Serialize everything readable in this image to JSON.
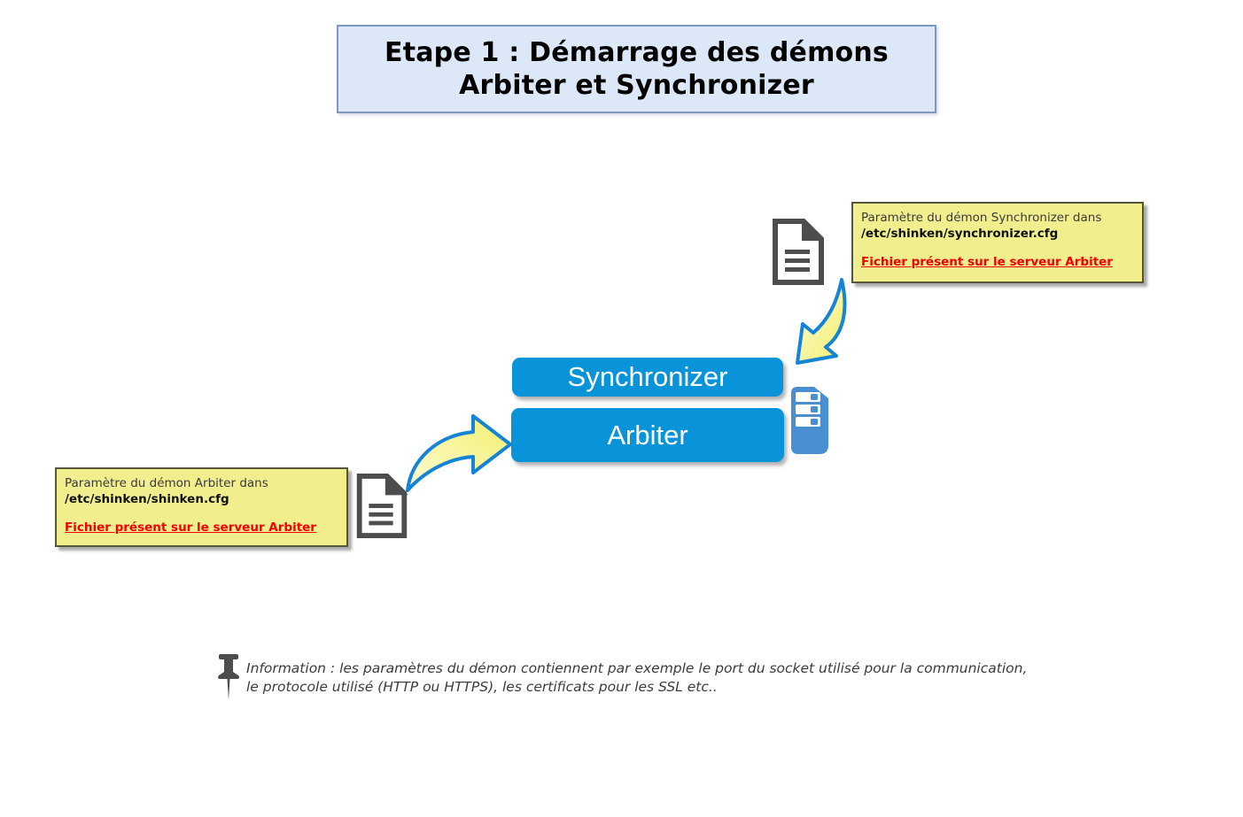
{
  "title": {
    "line1": "Etape 1 : Démarrage des démons",
    "line2": "Arbiter et Synchronizer"
  },
  "notes": {
    "synchronizer": {
      "line1": "Paramètre du démon Synchronizer dans",
      "path": "/etc/shinken/synchronizer.cfg",
      "link": "Fichier présent sur le serveur Arbiter"
    },
    "arbiter": {
      "line1": "Paramètre du démon Arbiter dans",
      "path": "/etc/shinken/shinken.cfg",
      "link": "Fichier présent sur le serveur Arbiter"
    }
  },
  "daemons": {
    "synchronizer_label": "Synchronizer",
    "arbiter_label": "Arbiter"
  },
  "info": {
    "line1": "Information : les paramètres du démon contiennent par exemple le port du socket utilisé pour la communication,",
    "line2": "le protocole utilisé (HTTP ou HTTPS), les certificats pour les SSL etc.."
  },
  "icons": {
    "document": "document-icon",
    "server": "server-icon",
    "pushpin": "pushpin-icon",
    "arrow_down_left": "curved-arrow-down-left-icon",
    "arrow_right": "curved-arrow-right-icon"
  },
  "colors": {
    "title_bg": "#dce8f8",
    "title_border": "#7e97c3",
    "note_bg": "#f1ee8e",
    "note_border": "#55553a",
    "daemon_button_blue": "#0993d8",
    "server_blue": "#4a8fd0",
    "link_red": "#f40000",
    "arrow_fill_light": "#fdfccd",
    "arrow_fill_dark": "#f3ef6e",
    "arrow_stroke": "#1584d6",
    "icon_gray": "#4d4d4d"
  }
}
